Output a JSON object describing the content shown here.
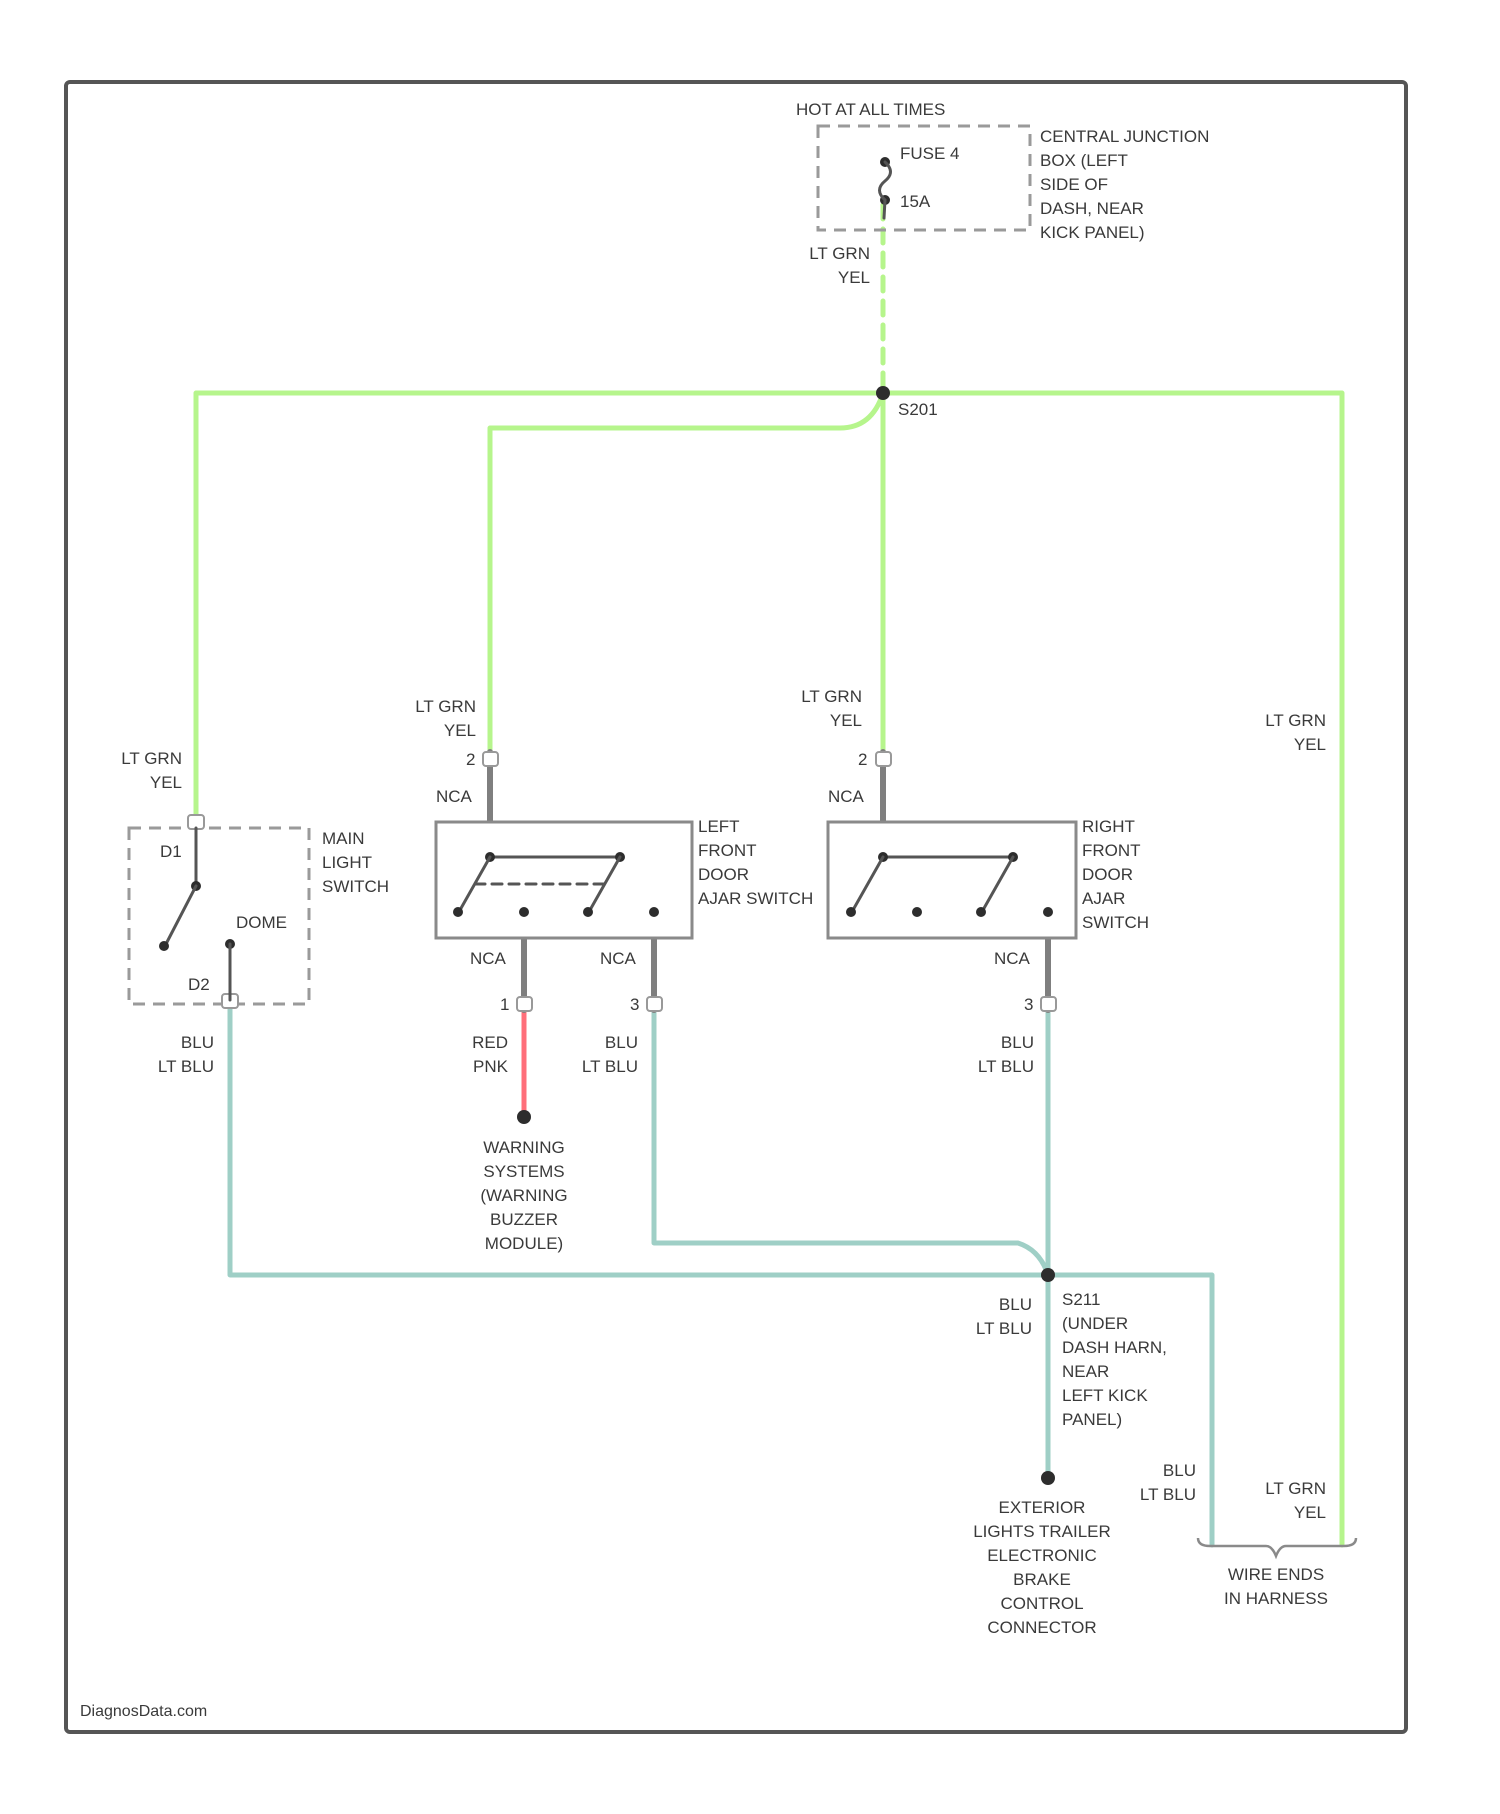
{
  "watermark": "DiagnosData.com",
  "fuse": {
    "hot_label": "HOT AT ALL TIMES",
    "fuse_label": "FUSE 4",
    "rating": "15A",
    "location_lines": [
      "CENTRAL JUNCTION",
      "BOX (LEFT",
      "SIDE OF",
      "DASH, NEAR",
      "KICK PANEL)"
    ]
  },
  "splices": {
    "top_id": "S201",
    "bottom_lines": [
      "S211",
      "(UNDER",
      "DASH HARN,",
      "NEAR",
      "LEFT KICK",
      "PANEL)"
    ]
  },
  "wires": {
    "fuse_out": [
      "LT GRN",
      "YEL"
    ],
    "main_light_feed": [
      "LT GRN",
      "YEL"
    ],
    "left_door_feed": [
      "LT GRN",
      "YEL"
    ],
    "right_door_feed": [
      "LT GRN",
      "YEL"
    ],
    "right_trunk": [
      "LT GRN",
      "YEL"
    ],
    "main_light_out": [
      "BLU",
      "LT BLU"
    ],
    "warning_wire": [
      "RED",
      "PNK"
    ],
    "left_door_out": [
      "BLU",
      "LT BLU"
    ],
    "right_door_out": [
      "BLU",
      "LT BLU"
    ],
    "splice_out": [
      "BLU",
      "LT BLU"
    ],
    "wire_end_blu": [
      "BLU",
      "LT BLU"
    ],
    "wire_end_grn": [
      "LT GRN",
      "YEL"
    ]
  },
  "main_light_switch": {
    "label_lines": [
      "MAIN",
      "LIGHT",
      "SWITCH"
    ],
    "pin_top": "D1",
    "pin_bottom": "D2",
    "dome": "DOME"
  },
  "left_door_switch": {
    "label_lines": [
      "LEFT",
      "FRONT",
      "DOOR",
      "AJAR SWITCH"
    ],
    "pin_in": "2",
    "pin_out1": "1",
    "pin_out2": "3",
    "nca": "NCA"
  },
  "right_door_switch": {
    "label_lines": [
      "RIGHT",
      "FRONT",
      "DOOR",
      "AJAR",
      "SWITCH"
    ],
    "pin_in": "2",
    "pin_out": "3",
    "nca": "NCA"
  },
  "destinations": {
    "warning_module": [
      "WARNING",
      "SYSTEMS",
      "(WARNING",
      "BUZZER",
      "MODULE)"
    ],
    "trailer_connector": [
      "EXTERIOR",
      "LIGHTS TRAILER",
      "ELECTRONIC",
      "BRAKE",
      "CONTROL",
      "CONNECTOR"
    ],
    "wire_ends": [
      "WIRE ENDS",
      "IN HARNESS"
    ]
  },
  "colors": {
    "lt_grn_yel": "#b6f58c",
    "blu_lt_blu": "#9fcfc6",
    "red_pnk": "#ff6f7a",
    "frame": "#555555"
  }
}
